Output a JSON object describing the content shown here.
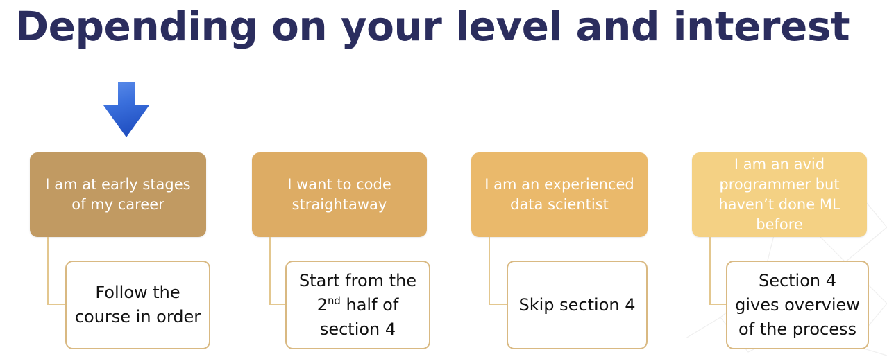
{
  "slide": {
    "title": "Depending on your level and interest",
    "title_color": "#2b2d5e",
    "background_color": "#ffffff",
    "arrow": {
      "icon": "down-arrow-icon",
      "direction": "down",
      "color_top": "#4c80e4",
      "color_bottom": "#2357c9"
    }
  },
  "flow": {
    "columns": [
      {
        "audience": {
          "label": "I am at early stages of my career",
          "bg_color": "#c19a62",
          "text_color": "#ffffff"
        },
        "recommendation": {
          "label": "Follow the course in order",
          "prefix": "Follow the course in order",
          "sup": "",
          "suffix": "",
          "border_color": "#d9b982",
          "bg_color": "#ffffff",
          "text_color": "#111111"
        }
      },
      {
        "audience": {
          "label": "I want to code straightaway",
          "bg_color": "#ddac64",
          "text_color": "#ffffff"
        },
        "recommendation": {
          "label": "Start from the 2nd half of section 4",
          "prefix": "Start from the 2",
          "sup": "nd",
          "suffix": " half of section 4",
          "border_color": "#d9b982",
          "bg_color": "#ffffff",
          "text_color": "#111111"
        }
      },
      {
        "audience": {
          "label": "I am an experienced data scientist",
          "bg_color": "#eab96b",
          "text_color": "#ffffff"
        },
        "recommendation": {
          "label": "Skip section 4",
          "prefix": "Skip section 4",
          "sup": "",
          "suffix": "",
          "border_color": "#d9b982",
          "bg_color": "#ffffff",
          "text_color": "#111111"
        }
      },
      {
        "audience": {
          "label": "I am an avid programmer but haven’t done ML before",
          "bg_color": "#f4d184",
          "text_color": "#ffffff"
        },
        "recommendation": {
          "label": "Section 4 gives overview of the process",
          "prefix": "Section 4 gives overview of the process",
          "sup": "",
          "suffix": "",
          "border_color": "#d9b982",
          "bg_color": "#ffffff",
          "text_color": "#111111"
        }
      }
    ],
    "connector_color": "#e3c78f"
  }
}
